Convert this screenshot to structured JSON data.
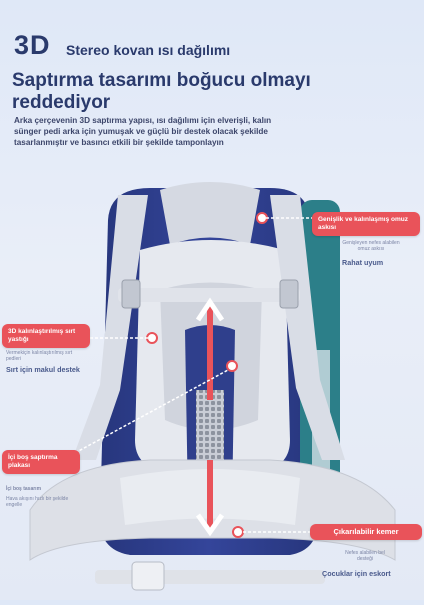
{
  "header": {
    "title_3d": "3D",
    "title_rest": "Stereo kovan ısı dağılımı",
    "headline": "Saptırma tasarımı boğucu olmayı reddediyor",
    "description": "Arka çerçevenin 3D saptırma yapısı, ısı dağılımı için elverişli, kalın sünger pedi arka için yumuşak ve güçlü bir destek olacak şekilde tasarlanmıştır ve basıncı etkili bir şekilde tamponlayın"
  },
  "callouts": {
    "shoulder": {
      "tag": "Genişlik ve kalınlaşmış omuz askısı",
      "sub": "Genişleyen nefes alabilen omuz askısı",
      "main": "Rahat uyum"
    },
    "pillow": {
      "tag": "3D kalınlaştırılmış sırt yastığı",
      "sub": "Vermekiçin kalınlaştırılmış sırt pedleri",
      "main": "Sırt için makul destek"
    },
    "plate": {
      "tag": "İçi boş saptırma plakası",
      "sub1": "İçi boş tasarım",
      "sub2": "Hava akışını hızlı bir şekilde engelle"
    },
    "belt": {
      "tag": "Çıkarılabilir kemer",
      "sub": "Nefes alabilen bel desteği",
      "main": "Çocuklar için eskort"
    }
  },
  "colors": {
    "accent": "#e9535a",
    "navy": "#2a3a6c",
    "bag_blue": "#2f3f8c",
    "strap_grey": "#d9dde6"
  }
}
